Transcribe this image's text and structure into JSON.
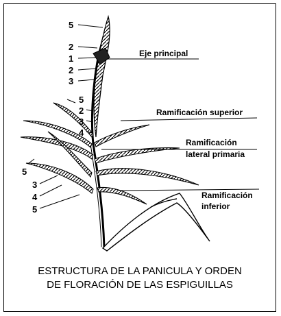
{
  "diagram": {
    "part_labels": {
      "main_axis": "Eje principal",
      "upper_branch": "Ramificación superior",
      "primary_lateral_line1": "Ramificación",
      "primary_lateral_line2": "lateral primaria",
      "lower_branch_line1": "Ramificación",
      "lower_branch_line2": "inferior"
    },
    "order_numbers": {
      "top": [
        "5",
        "2",
        "1",
        "2",
        "3"
      ],
      "middle": [
        "5",
        "2",
        "3",
        "4"
      ],
      "lower": [
        "5",
        "3",
        "4",
        "5"
      ]
    },
    "caption_line1": "ESTRUCTURA DE LA PANICULA Y ORDEN",
    "caption_line2": "DE FLORACIÓN DE LAS ESPIGUILLAS"
  },
  "colors": {
    "ink": "#000000",
    "background": "#ffffff"
  }
}
